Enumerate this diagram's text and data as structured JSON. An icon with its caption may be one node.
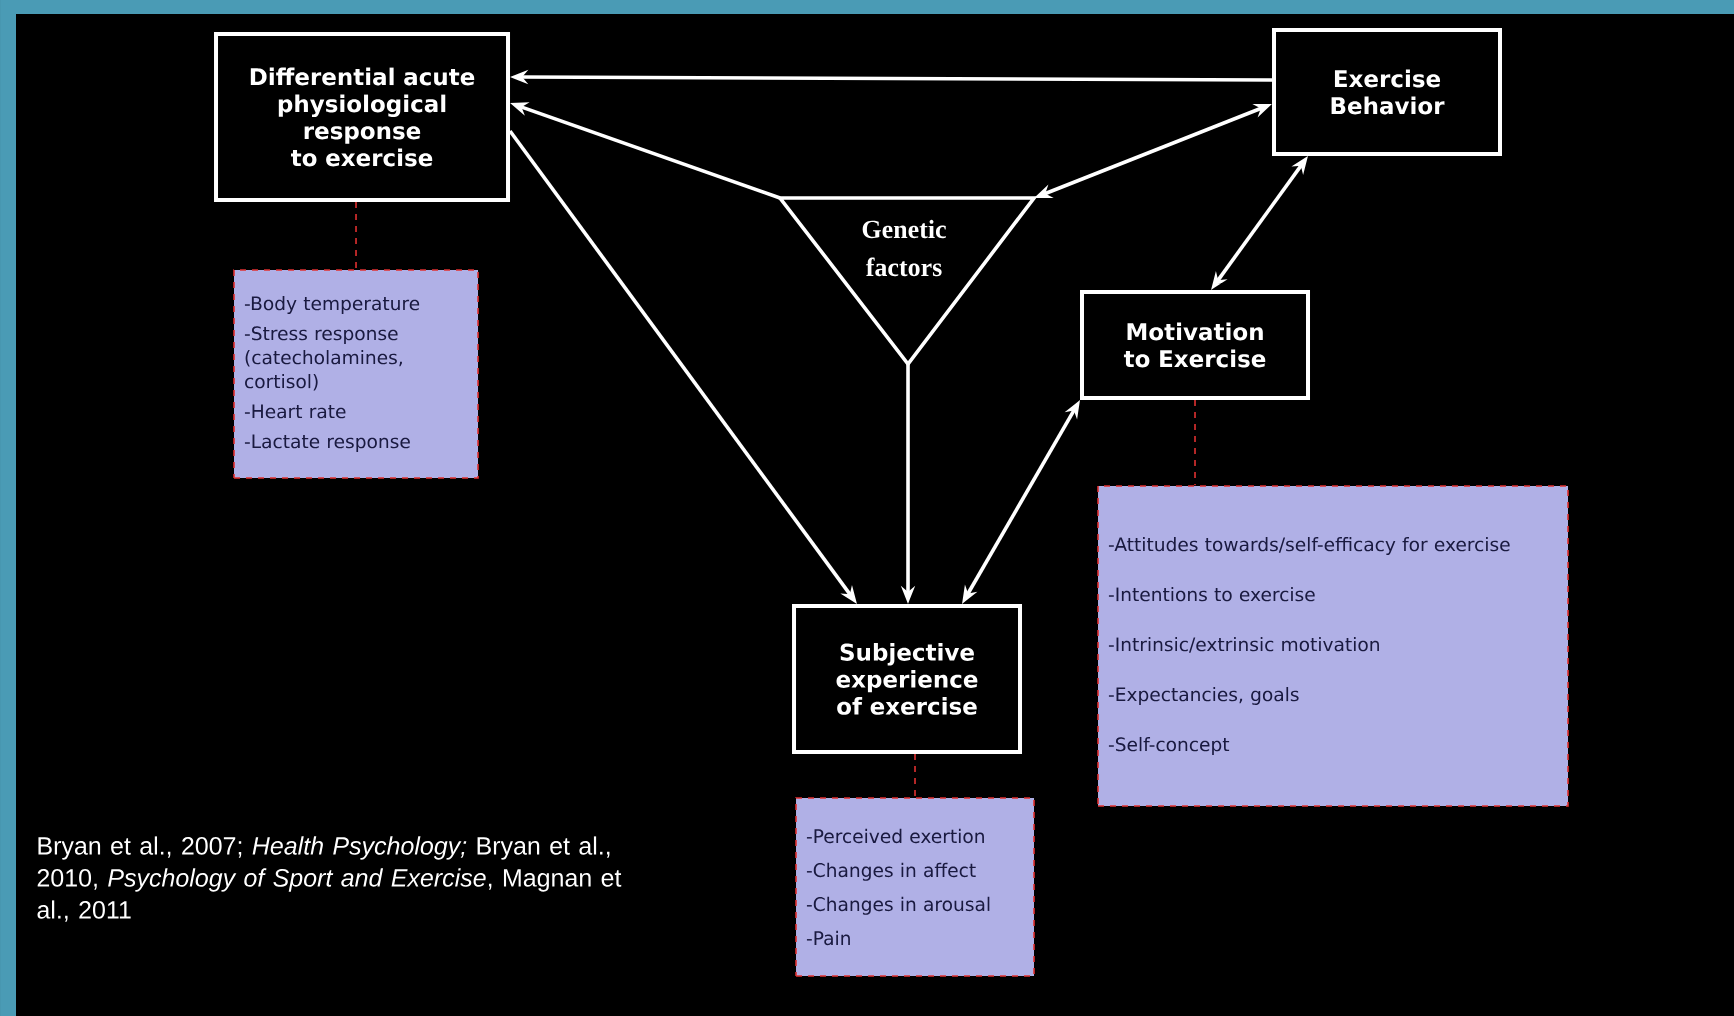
{
  "diagram": {
    "nodes": [
      {
        "text": [
          "Differential acute physiological response to exercise"
        ]
      },
      {
        "text": [
          "Exercise Behavior"
        ]
      },
      {
        "text": [
          "Genetic factors"
        ]
      },
      {
        "text": [
          "Motivation to Exercise"
        ]
      },
      {
        "text": [
          "Subjective experience of exercise"
        ]
      },
      {
        "text": [
          "-Body temperature",
          "-Stress response (catecholamines, cortisol)",
          "-Heart rate",
          "-Lactate response"
        ]
      },
      {
        "text": [
          "-Attitudes towards/self-efficacy for exercise",
          "-Intentions to exercise",
          "-Intrinsic/extrinsic motivation",
          "-Expectancies, goals",
          "-Self-concept"
        ]
      },
      {
        "text": [
          "-Perceived exertion",
          "-Changes in affect",
          "-Changes in arousal",
          "-Pain"
        ]
      }
    ],
    "edges": [
      {
        "from": 1,
        "to": 0,
        "arrow": "to"
      },
      {
        "from": 2,
        "to": 0,
        "arrow": "to"
      },
      {
        "from": 2,
        "to": 1,
        "arrow": "both"
      },
      {
        "from": 0,
        "to": 4,
        "arrow": "to"
      },
      {
        "from": 2,
        "to": 4,
        "arrow": "to"
      },
      {
        "from": 3,
        "to": 4,
        "arrow": "both"
      },
      {
        "from": 3,
        "to": 1,
        "arrow": "both"
      },
      {
        "from": 0,
        "to": 5,
        "arrow": "none",
        "style": "dashed",
        "color": "#e03030"
      },
      {
        "from": 3,
        "to": 6,
        "arrow": "none",
        "style": "dashed",
        "color": "#e03030"
      },
      {
        "from": 4,
        "to": 7,
        "arrow": "none",
        "style": "dashed",
        "color": "#e03030"
      }
    ],
    "labels": [
      "Bryan et al., 2007; *Health Psychology;* Bryan et al., 2010, *Psychology of Sport and Exercise*, Magnan et al., 2011"
    ]
  }
}
